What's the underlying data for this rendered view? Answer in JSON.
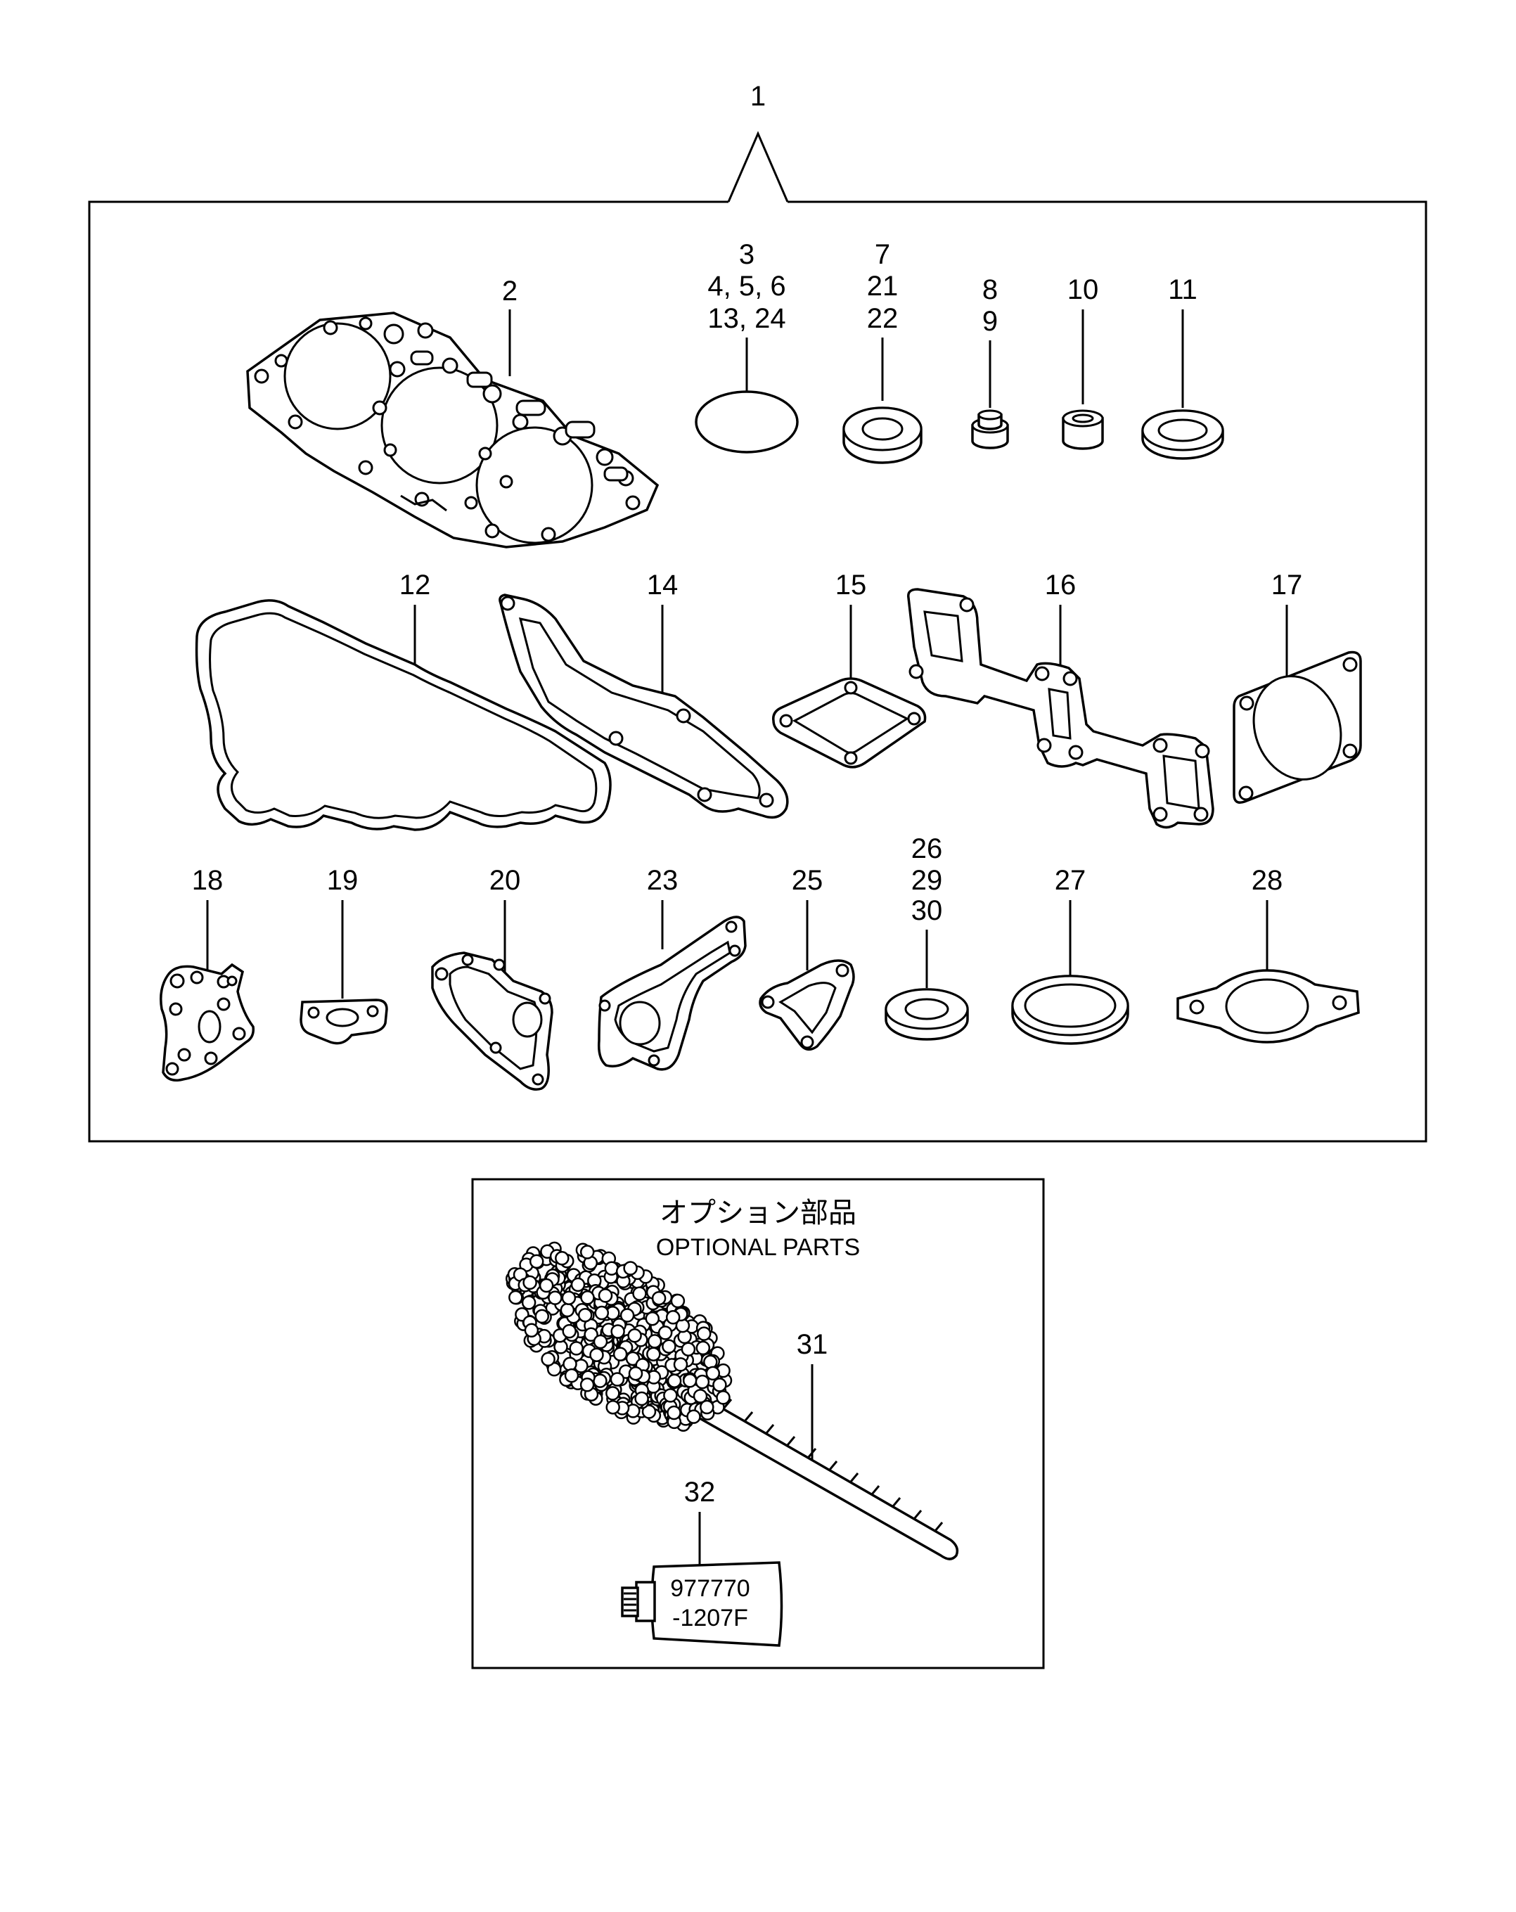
{
  "diagram": {
    "assembly_label": "1",
    "parts": [
      {
        "key": "p2",
        "label_lines": [
          "2"
        ]
      },
      {
        "key": "p3",
        "label_lines": [
          "3",
          "4, 5, 6",
          "13, 24"
        ]
      },
      {
        "key": "p7",
        "label_lines": [
          "7",
          "21",
          "22"
        ]
      },
      {
        "key": "p8",
        "label_lines": [
          "8",
          "9"
        ]
      },
      {
        "key": "p10",
        "label_lines": [
          "10"
        ]
      },
      {
        "key": "p11",
        "label_lines": [
          "11"
        ]
      },
      {
        "key": "p12",
        "label_lines": [
          "12"
        ]
      },
      {
        "key": "p14",
        "label_lines": [
          "14"
        ]
      },
      {
        "key": "p15",
        "label_lines": [
          "15"
        ]
      },
      {
        "key": "p16",
        "label_lines": [
          "16"
        ]
      },
      {
        "key": "p17",
        "label_lines": [
          "17"
        ]
      },
      {
        "key": "p18",
        "label_lines": [
          "18"
        ]
      },
      {
        "key": "p19",
        "label_lines": [
          "19"
        ]
      },
      {
        "key": "p20",
        "label_lines": [
          "20"
        ]
      },
      {
        "key": "p23",
        "label_lines": [
          "23"
        ]
      },
      {
        "key": "p25",
        "label_lines": [
          "25"
        ]
      },
      {
        "key": "p26",
        "label_lines": [
          "26",
          "29",
          "30"
        ]
      },
      {
        "key": "p27",
        "label_lines": [
          "27"
        ]
      },
      {
        "key": "p28",
        "label_lines": [
          "28"
        ]
      }
    ],
    "optional": {
      "title_jp": "オプション部品",
      "title_en": "OPTIONAL PARTS",
      "brush_label": "31",
      "tube_label": "32",
      "tube_text_line1": "977770",
      "tube_text_line2": "-1207F"
    }
  }
}
